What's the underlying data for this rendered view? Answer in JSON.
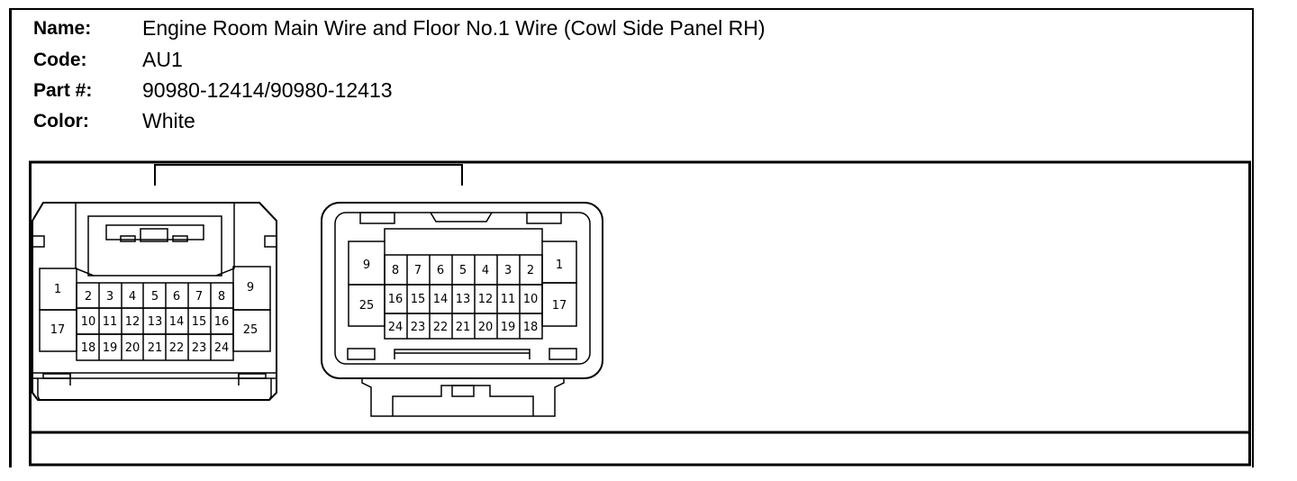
{
  "header": {
    "name_label": "Name:",
    "name_value": "Engine Room Main Wire and Floor No.1 Wire (Cowl Side Panel RH)",
    "code_label": "Code:",
    "code_value": "AU1",
    "part_label": "Part #:",
    "part_value": "90980-12414/90980-12413",
    "color_label": "Color:",
    "color_value": "White"
  },
  "left_connector": {
    "pins": {
      "p1": "1",
      "p2": "2",
      "p3": "3",
      "p4": "4",
      "p5": "5",
      "p6": "6",
      "p7": "7",
      "p8": "8",
      "p9": "9",
      "p10": "10",
      "p11": "11",
      "p12": "12",
      "p13": "13",
      "p14": "14",
      "p15": "15",
      "p16": "16",
      "p17": "17",
      "p18": "18",
      "p19": "19",
      "p20": "20",
      "p21": "21",
      "p22": "22",
      "p23": "23",
      "p24": "24",
      "p25": "25"
    }
  },
  "right_connector": {
    "pins": {
      "p1": "1",
      "p2": "2",
      "p3": "3",
      "p4": "4",
      "p5": "5",
      "p6": "6",
      "p7": "7",
      "p8": "8",
      "p9": "9",
      "p10": "10",
      "p11": "11",
      "p12": "12",
      "p13": "13",
      "p14": "14",
      "p15": "15",
      "p16": "16",
      "p17": "17",
      "p18": "18",
      "p19": "19",
      "p20": "20",
      "p21": "21",
      "p22": "22",
      "p23": "23",
      "p24": "24",
      "p25": "25"
    }
  }
}
